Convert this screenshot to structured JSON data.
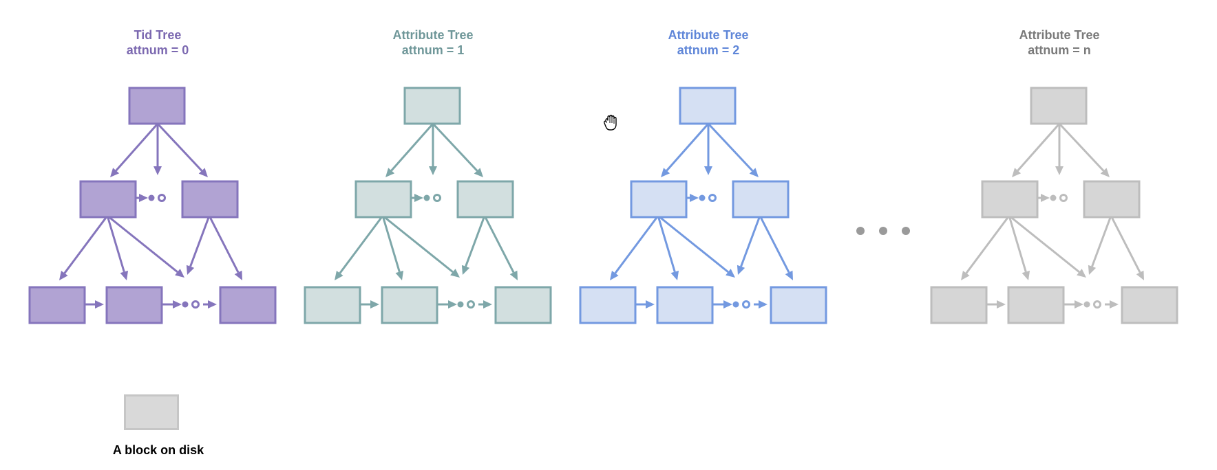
{
  "trees": [
    {
      "id": "tid",
      "title": "Tid Tree",
      "subtitle": "attnum = 0",
      "title_color": "#7b68b0",
      "fill": "#b1a3d3",
      "stroke": "#8575bc"
    },
    {
      "id": "attr1",
      "title": "Attribute Tree",
      "subtitle": "attnum = 1",
      "title_color": "#6f9799",
      "fill": "#d2dfdf",
      "stroke": "#7ea7a9"
    },
    {
      "id": "attr2",
      "title": "Attribute Tree",
      "subtitle": "attnum = 2",
      "title_color": "#5f86d8",
      "fill": "#d5e0f3",
      "stroke": "#7399e0"
    },
    {
      "id": "attrn",
      "title": "Attribute Tree",
      "subtitle": "attnum = n",
      "title_color": "#7a7a7a",
      "fill": "#d6d6d6",
      "stroke": "#bdbdbd"
    }
  ],
  "ellipsis_color": "#9a9a9a",
  "legend": {
    "label": "A block on disk",
    "fill": "#d9d9d9",
    "stroke": "#c6c6c6"
  },
  "cursor_icon": "grab-hand-icon"
}
